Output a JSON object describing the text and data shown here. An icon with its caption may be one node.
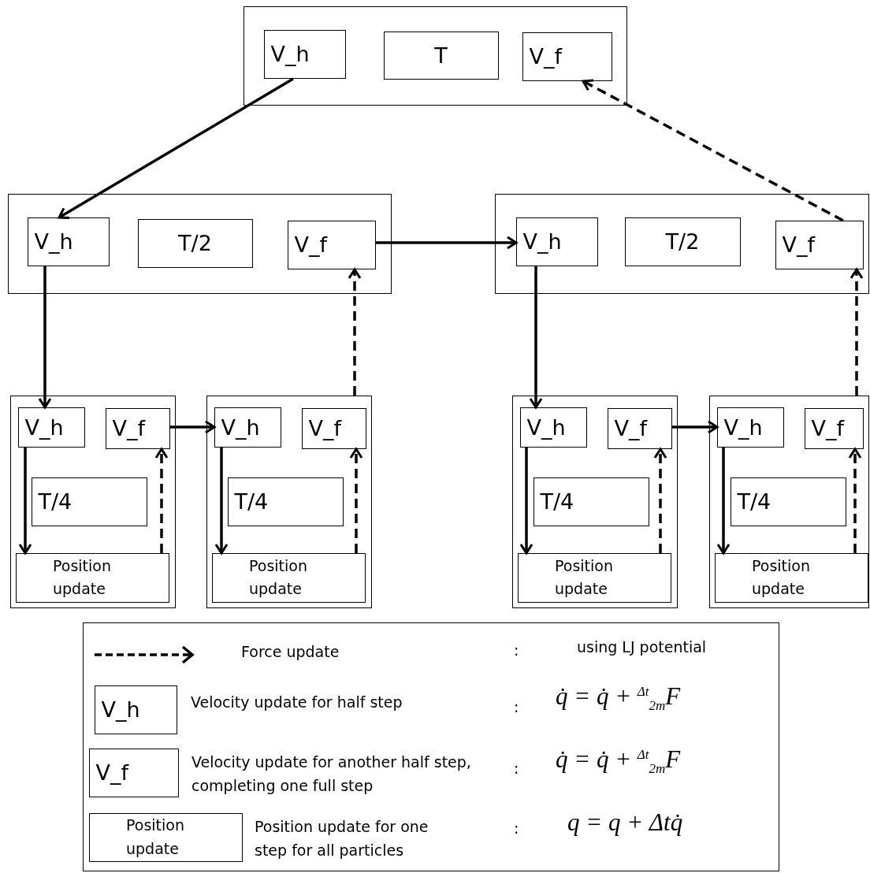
{
  "diagram": {
    "nodes": [
      {
        "text": [],
        "shape": "box"
      },
      {
        "text": [
          "V_h"
        ],
        "in": 0
      },
      {
        "text": [
          "T"
        ],
        "in": 0
      },
      {
        "text": [
          "V_f"
        ],
        "in": 0
      },
      {
        "text": [],
        "shape": "box"
      },
      {
        "text": [
          "V_h"
        ],
        "in": 4
      },
      {
        "text": [
          "T/2"
        ],
        "in": 4
      },
      {
        "text": [
          "V_f"
        ],
        "in": 4
      },
      {
        "text": [],
        "shape": "box"
      },
      {
        "text": [
          "V_h"
        ],
        "in": 8
      },
      {
        "text": [
          "T/2"
        ],
        "in": 8
      },
      {
        "text": [
          "V_f"
        ],
        "in": 8
      },
      {
        "text": [],
        "shape": "box"
      },
      {
        "text": [
          "V_h"
        ],
        "in": 12
      },
      {
        "text": [
          "V_f"
        ],
        "in": 12
      },
      {
        "text": [
          "T/4"
        ],
        "in": 12
      },
      {
        "text": [
          "Position update"
        ],
        "in": 12
      },
      {
        "text": [],
        "shape": "box"
      },
      {
        "text": [
          "V_h"
        ],
        "in": 17
      },
      {
        "text": [
          "V_f"
        ],
        "in": 17
      },
      {
        "text": [
          "T/4"
        ],
        "in": 17
      },
      {
        "text": [
          "Position update"
        ],
        "in": 17
      },
      {
        "text": [],
        "shape": "box"
      },
      {
        "text": [
          "V_h"
        ],
        "in": 22
      },
      {
        "text": [
          "V_f"
        ],
        "in": 22
      },
      {
        "text": [
          "T/4"
        ],
        "in": 22
      },
      {
        "text": [
          "Position update"
        ],
        "in": 22
      },
      {
        "text": [],
        "shape": "box"
      },
      {
        "text": [
          "V_h"
        ],
        "in": 27
      },
      {
        "text": [
          "V_f"
        ],
        "in": 27
      },
      {
        "text": [
          "T/4"
        ],
        "in": 27
      },
      {
        "text": [
          "Position update"
        ],
        "in": 27
      },
      {
        "text": [],
        "shape": "box"
      },
      {
        "text": [
          "V_h"
        ],
        "in": 32,
        "beside": [
          "Velocity update for half step"
        ]
      },
      {
        "text": [
          "V_f"
        ],
        "in": 32,
        "beside": [
          "Velocity update for another half step, completing one full step"
        ]
      },
      {
        "text": [
          "Position update"
        ],
        "in": 32,
        "beside": [
          "Position update for one step for all particles"
        ]
      }
    ],
    "edges": [
      {
        "from": 1,
        "to": 5,
        "arrow": "to"
      },
      {
        "from": 7,
        "to": 9,
        "arrow": "to"
      },
      {
        "from": 11,
        "to": 3,
        "arrow": "to",
        "style": "dashed"
      },
      {
        "from": 5,
        "to": 13,
        "arrow": "to"
      },
      {
        "from": 17,
        "to": 7,
        "arrow": "to",
        "style": "dashed"
      },
      {
        "from": 13,
        "to": 16,
        "arrow": "to"
      },
      {
        "from": 16,
        "to": 14,
        "arrow": "to",
        "style": "dashed"
      },
      {
        "from": 14,
        "to": 18,
        "arrow": "to"
      },
      {
        "from": 18,
        "to": 21,
        "arrow": "to"
      },
      {
        "from": 21,
        "to": 19,
        "arrow": "to",
        "style": "dashed"
      },
      {
        "from": 9,
        "to": 23,
        "arrow": "to"
      },
      {
        "from": 27,
        "to": 11,
        "arrow": "to",
        "style": "dashed"
      },
      {
        "from": 24,
        "to": 28,
        "arrow": "to"
      },
      {
        "from": 23,
        "to": 26,
        "arrow": "to"
      },
      {
        "from": 26,
        "to": 24,
        "arrow": "to",
        "style": "dashed"
      },
      {
        "from": 28,
        "to": 31,
        "arrow": "to"
      },
      {
        "from": 31,
        "to": 29,
        "arrow": "to",
        "style": "dashed"
      }
    ],
    "labels": [
      ":",
      "using LJ potential",
      ":",
      "q̇ = q̇ + $^{Δt}$$_{2m}$F",
      ":",
      "q̇ = q̇ + $^{Δt}$$_{2m}$F",
      ":",
      "q = q + Δtq̇"
    ],
    "legend": [
      {
        "text": "Force update"
      }
    ]
  }
}
